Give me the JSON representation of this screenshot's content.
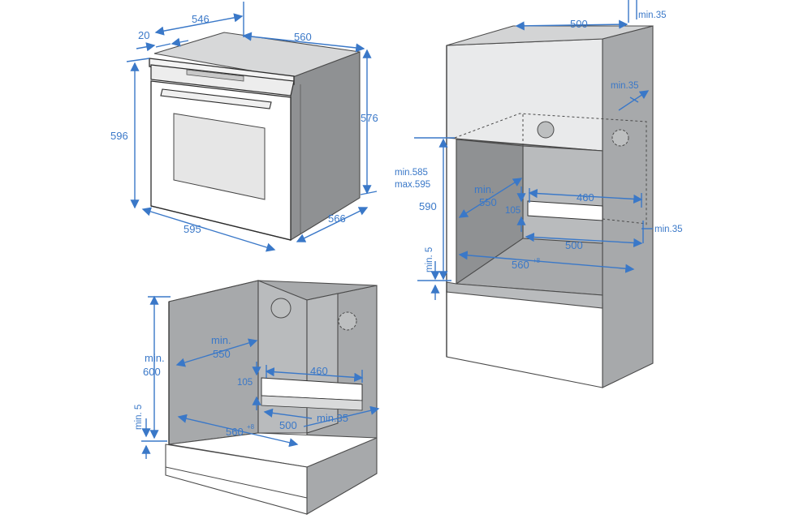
{
  "oven": {
    "labels": {
      "top_depth": "546",
      "front_panel": "20",
      "top_width": "560",
      "front_height": "596",
      "side_height": "576",
      "bottom_width": "595",
      "bottom_depth": "566"
    }
  },
  "tall_unit": {
    "labels": {
      "top_width": "500",
      "top_gap": "min.35",
      "side_gap_top": "min.35",
      "opening_height_min": "min.585",
      "opening_height_max": "max.595",
      "opening_height": "590",
      "depth_line1": "min.",
      "depth_line2": "550",
      "vent_width": "460",
      "vent_height": "105",
      "side_gap_bottom": "min.35",
      "base_depth": "500",
      "base_width": "560",
      "base_width_tol": "+8",
      "floor_gap": "min. 5"
    }
  },
  "under_counter": {
    "labels": {
      "depth_line1": "min.",
      "depth_line2": "550",
      "height_line1": "min.",
      "height_line2": "600",
      "vent_width": "460",
      "vent_height": "105",
      "floor_gap": "min. 5",
      "base_width": "560",
      "base_width_tol": "+8",
      "base_depth": "500",
      "side_gap": "min.35"
    }
  },
  "colors": {
    "dimension": "#3a78c8",
    "cabinet_wall": "#a7a9ab",
    "outline": "#2b2b2b"
  }
}
